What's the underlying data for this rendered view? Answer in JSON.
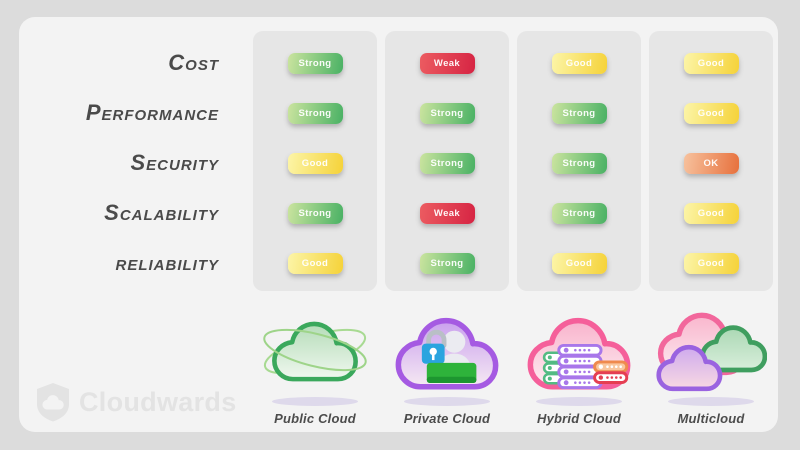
{
  "logo": {
    "brand": "Cloudwards"
  },
  "table": {
    "columns": [
      {
        "label": "Public Cloud",
        "accent": "#3aa85c"
      },
      {
        "label": "Private Cloud",
        "accent": "#a55ae2"
      },
      {
        "label": "Hybrid Cloud",
        "accent": "#f55f9a"
      },
      {
        "label": "Multicloud",
        "accent": "#f2679c"
      }
    ],
    "rows": [
      {
        "label": "Cost",
        "values": [
          "Strong",
          "Weak",
          "Good",
          "Good"
        ]
      },
      {
        "label": "Performance",
        "values": [
          "Strong",
          "Strong",
          "Strong",
          "Good"
        ]
      },
      {
        "label": "Security",
        "values": [
          "Good",
          "Strong",
          "Strong",
          "OK"
        ]
      },
      {
        "label": "Scalability",
        "values": [
          "Strong",
          "Weak",
          "Strong",
          "Good"
        ]
      },
      {
        "label": "reliability",
        "values": [
          "Good",
          "Strong",
          "Good",
          "Good"
        ]
      }
    ]
  },
  "rating_styles": {
    "strong": {
      "from": "#cbe49f",
      "to": "#49b164"
    },
    "weak": {
      "from": "#ec5c61",
      "to": "#d62443"
    },
    "good": {
      "from": "#fcf5a8",
      "to": "#f5d238"
    },
    "ok": {
      "from": "#f7c29e",
      "to": "#e7703c"
    }
  },
  "chart_data": {
    "type": "table",
    "row_headers": [
      "Cost",
      "Performance",
      "Security",
      "Scalability",
      "reliability"
    ],
    "column_headers": [
      "Public Cloud",
      "Private Cloud",
      "Hybrid Cloud",
      "Multicloud"
    ],
    "cells": [
      [
        "Strong",
        "Weak",
        "Good",
        "Good"
      ],
      [
        "Strong",
        "Strong",
        "Strong",
        "Good"
      ],
      [
        "Good",
        "Strong",
        "Strong",
        "OK"
      ],
      [
        "Strong",
        "Weak",
        "Strong",
        "Good"
      ],
      [
        "Good",
        "Strong",
        "Good",
        "Good"
      ]
    ],
    "rating_scale": [
      "Weak",
      "OK",
      "Good",
      "Strong"
    ],
    "legend_position": "none",
    "grid": false
  }
}
